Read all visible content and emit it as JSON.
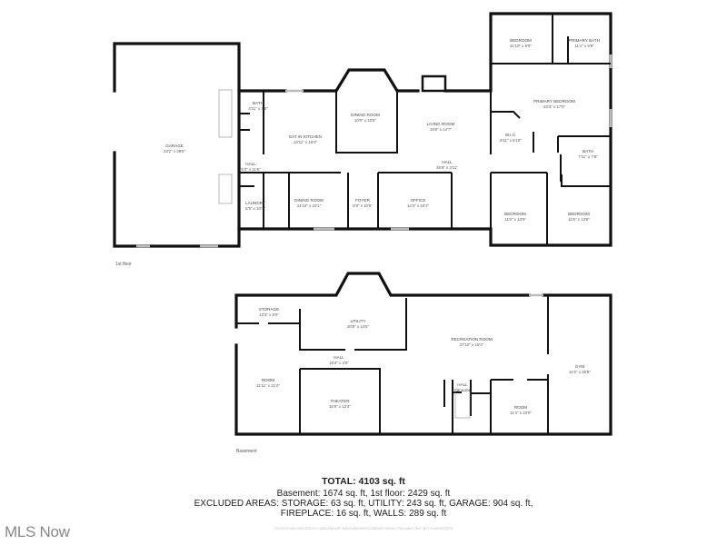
{
  "first_floor": {
    "label": "1st floor",
    "rooms": [
      {
        "name": "GARAGE",
        "dims": "23'2\" x 39'5\""
      },
      {
        "name": "BATH",
        "dims": "4'11\" x 4'5\""
      },
      {
        "name": "EAT IN KITCHEN",
        "dims": "13'11\" x 16'3\""
      },
      {
        "name": "DINING ROOM",
        "dims": "10'0\" x 10'5\""
      },
      {
        "name": "LIVING ROOM",
        "dims": "19'9\" x 14'7\""
      },
      {
        "name": "HALL",
        "dims": "5'3\" x 11'6\""
      },
      {
        "name": "HALL",
        "dims": "45'9\" x 3'11\""
      },
      {
        "name": "LAUNDRY",
        "dims": "6'5\" x 10'1\""
      },
      {
        "name": "DINING ROOM",
        "dims": "14'10\" x 10'1\""
      },
      {
        "name": "FOYER",
        "dims": "5'9\" x 10'5\""
      },
      {
        "name": "OFFICE",
        "dims": "14'4\" x 10'1\""
      },
      {
        "name": "BEDROOM",
        "dims": "11'10\" x 9'9\""
      },
      {
        "name": "PRIMARY BATH",
        "dims": "11'1\" x 9'9\""
      },
      {
        "name": "PRIMARY BEDROOM",
        "dims": "23'3\" x 17'0\""
      },
      {
        "name": "W.I.C.",
        "dims": "8'11\" x 6'10\""
      },
      {
        "name": "BATH",
        "dims": "7'11\" x 7'8\""
      },
      {
        "name": "BEDROOM",
        "dims": "11'6\" x 13'6\""
      },
      {
        "name": "BEDROOM",
        "dims": "11'5\" x 13'6\""
      }
    ]
  },
  "basement": {
    "label": "Basement",
    "rooms": [
      {
        "name": "STORAGE",
        "dims": "12'3\" x 5'0\""
      },
      {
        "name": "UTILITY",
        "dims": "20'8\" x 14'6\""
      },
      {
        "name": "RECREATION ROOM",
        "dims": "27'10\" x 16'4\""
      },
      {
        "name": "HALL",
        "dims": "16'2\" x 3'5\""
      },
      {
        "name": "ROOM",
        "dims": "11'11\" x 21'4\""
      },
      {
        "name": "THEATER",
        "dims": "15'6\" x 12'4\""
      },
      {
        "name": "HALL",
        "dims": "7'2\" x 2'4\""
      },
      {
        "name": "ROOM",
        "dims": "11'4\" x 10'0\""
      },
      {
        "name": "GYM",
        "dims": "11'5\" x 26'8\""
      }
    ]
  },
  "summary": {
    "total": "TOTAL: 4103 sq. ft",
    "line1": "Basement: 1674 sq. ft, 1st floor: 2429 sq. ft",
    "line2": "EXCLUDED AREAS: STORAGE: 63 sq. ft, UTILITY: 243 sq. ft, GARAGE: 904 sq. ft,",
    "line3": "FIREPLACE: 16 sq. ft, WALLS: 289 sq. ft",
    "disclaimer": "FLOOR PLAN CREATED BY CUBICASA APP. MEASUREMENTS DEEMED HIGHLY RELIABLE BUT NOT GUARANTEED"
  },
  "logo": "MLS Now"
}
